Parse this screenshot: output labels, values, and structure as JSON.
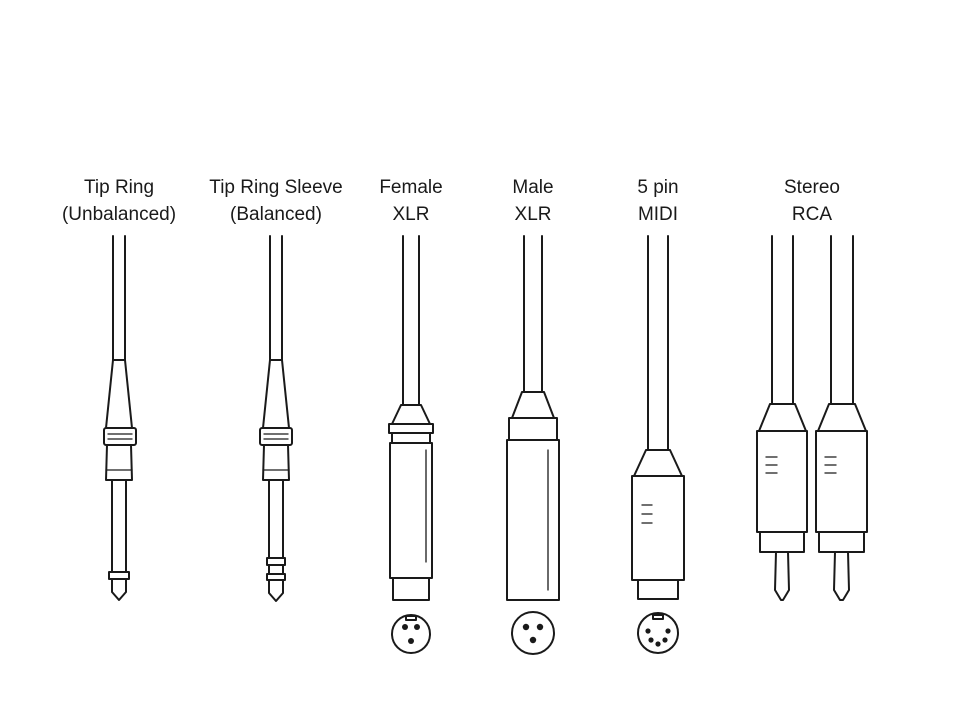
{
  "connectors": [
    {
      "id": "ts",
      "line1": "Tip Ring",
      "line2": "(Unbalanced)"
    },
    {
      "id": "trs",
      "line1": "Tip Ring Sleeve",
      "line2": "(Balanced)"
    },
    {
      "id": "xlr-female",
      "line1": "Female",
      "line2": "XLR"
    },
    {
      "id": "xlr-male",
      "line1": "Male",
      "line2": "XLR"
    },
    {
      "id": "midi",
      "line1": "5 pin",
      "line2": "MIDI"
    },
    {
      "id": "rca",
      "line1": "Stereo",
      "line2": "RCA"
    }
  ]
}
